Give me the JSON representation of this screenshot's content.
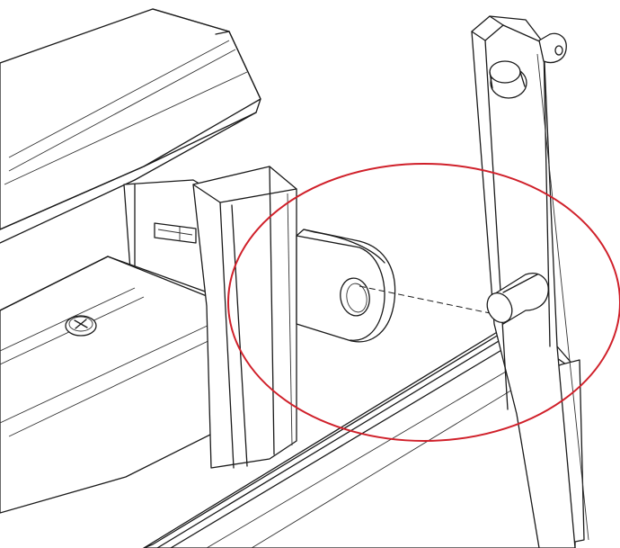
{
  "figure": {
    "kind": "assembly-detail-drawing",
    "line_color": "#1a1a1a",
    "background_color": "#ffffff",
    "highlight_color": "#d0202a",
    "highlight_shape": "ellipse",
    "highlighted_parts": [
      "mounting-tab-with-hole",
      "pivot-pin",
      "dashed-alignment-line"
    ],
    "icons": [
      "phillips-screw-icon"
    ]
  }
}
